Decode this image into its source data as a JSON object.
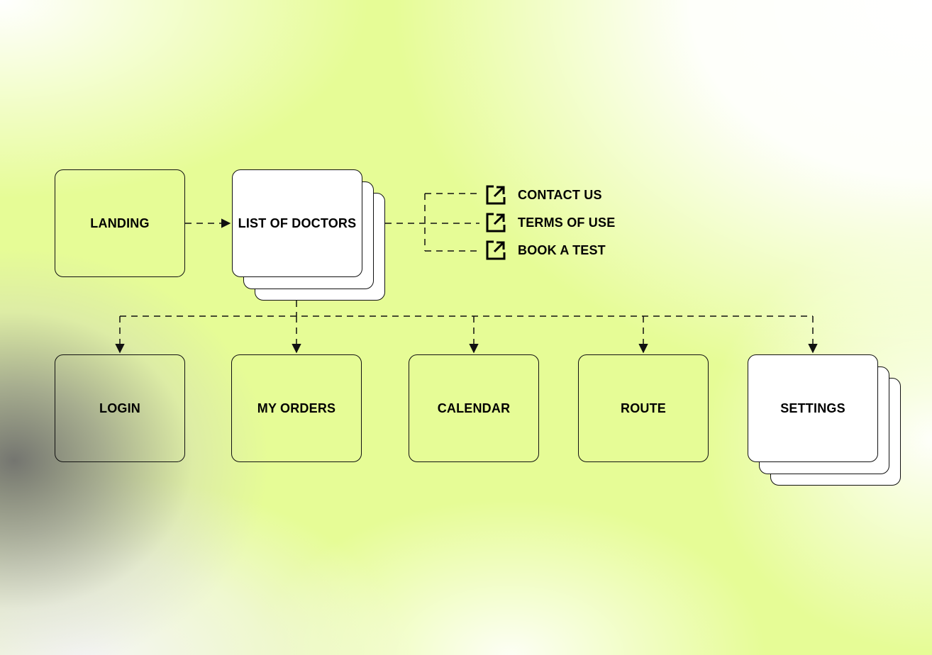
{
  "nodes": {
    "landing": "LANDING",
    "list_of_doctors": "LIST OF DOCTORS",
    "login": "LOGIN",
    "my_orders": "MY ORDERS",
    "calendar": "CALENDAR",
    "route": "ROUTE",
    "settings": "SETTINGS"
  },
  "external_links": [
    {
      "label": "CONTACT US",
      "icon": "external-link-icon"
    },
    {
      "label": "TERMS OF USE",
      "icon": "external-link-icon"
    },
    {
      "label": "BOOK A TEST",
      "icon": "external-link-icon"
    }
  ],
  "colors": {
    "accent": "#e6fc96",
    "line": "#111111",
    "card_highlight": "#ffffff"
  }
}
